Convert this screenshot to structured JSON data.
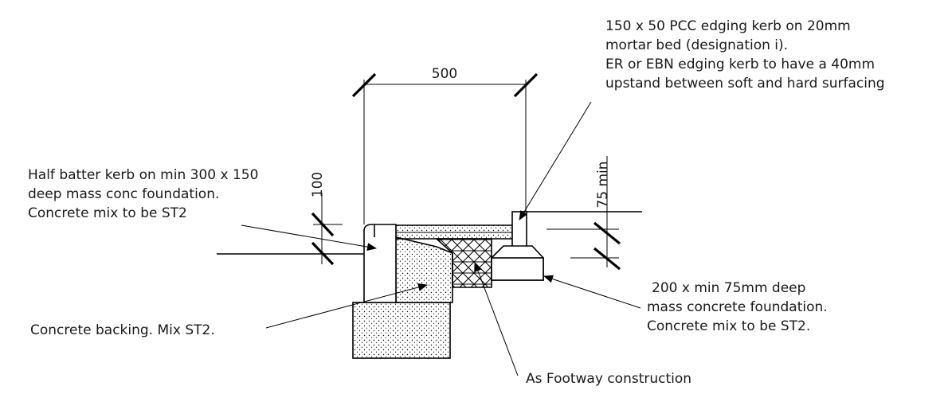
{
  "dimensions": {
    "width_500": "500",
    "height_100": "100",
    "height_75min": "75 min"
  },
  "callouts": {
    "edging_kerb": [
      "150 x 50 PCC edging kerb on 20mm",
      "mortar bed (designation i).",
      "ER or EBN edging kerb to have a 40mm",
      "upstand between soft and hard surfacing"
    ],
    "half_batter": [
      "Half batter kerb on min 300 x 150",
      "deep mass conc foundation.",
      "Concrete mix to be ST2"
    ],
    "foundation_200": [
      "200 x min 75mm deep",
      "mass concrete foundation.",
      "Concrete mix to be ST2."
    ],
    "backing": "Concrete backing. Mix ST2.",
    "footway": "As Footway construction"
  }
}
